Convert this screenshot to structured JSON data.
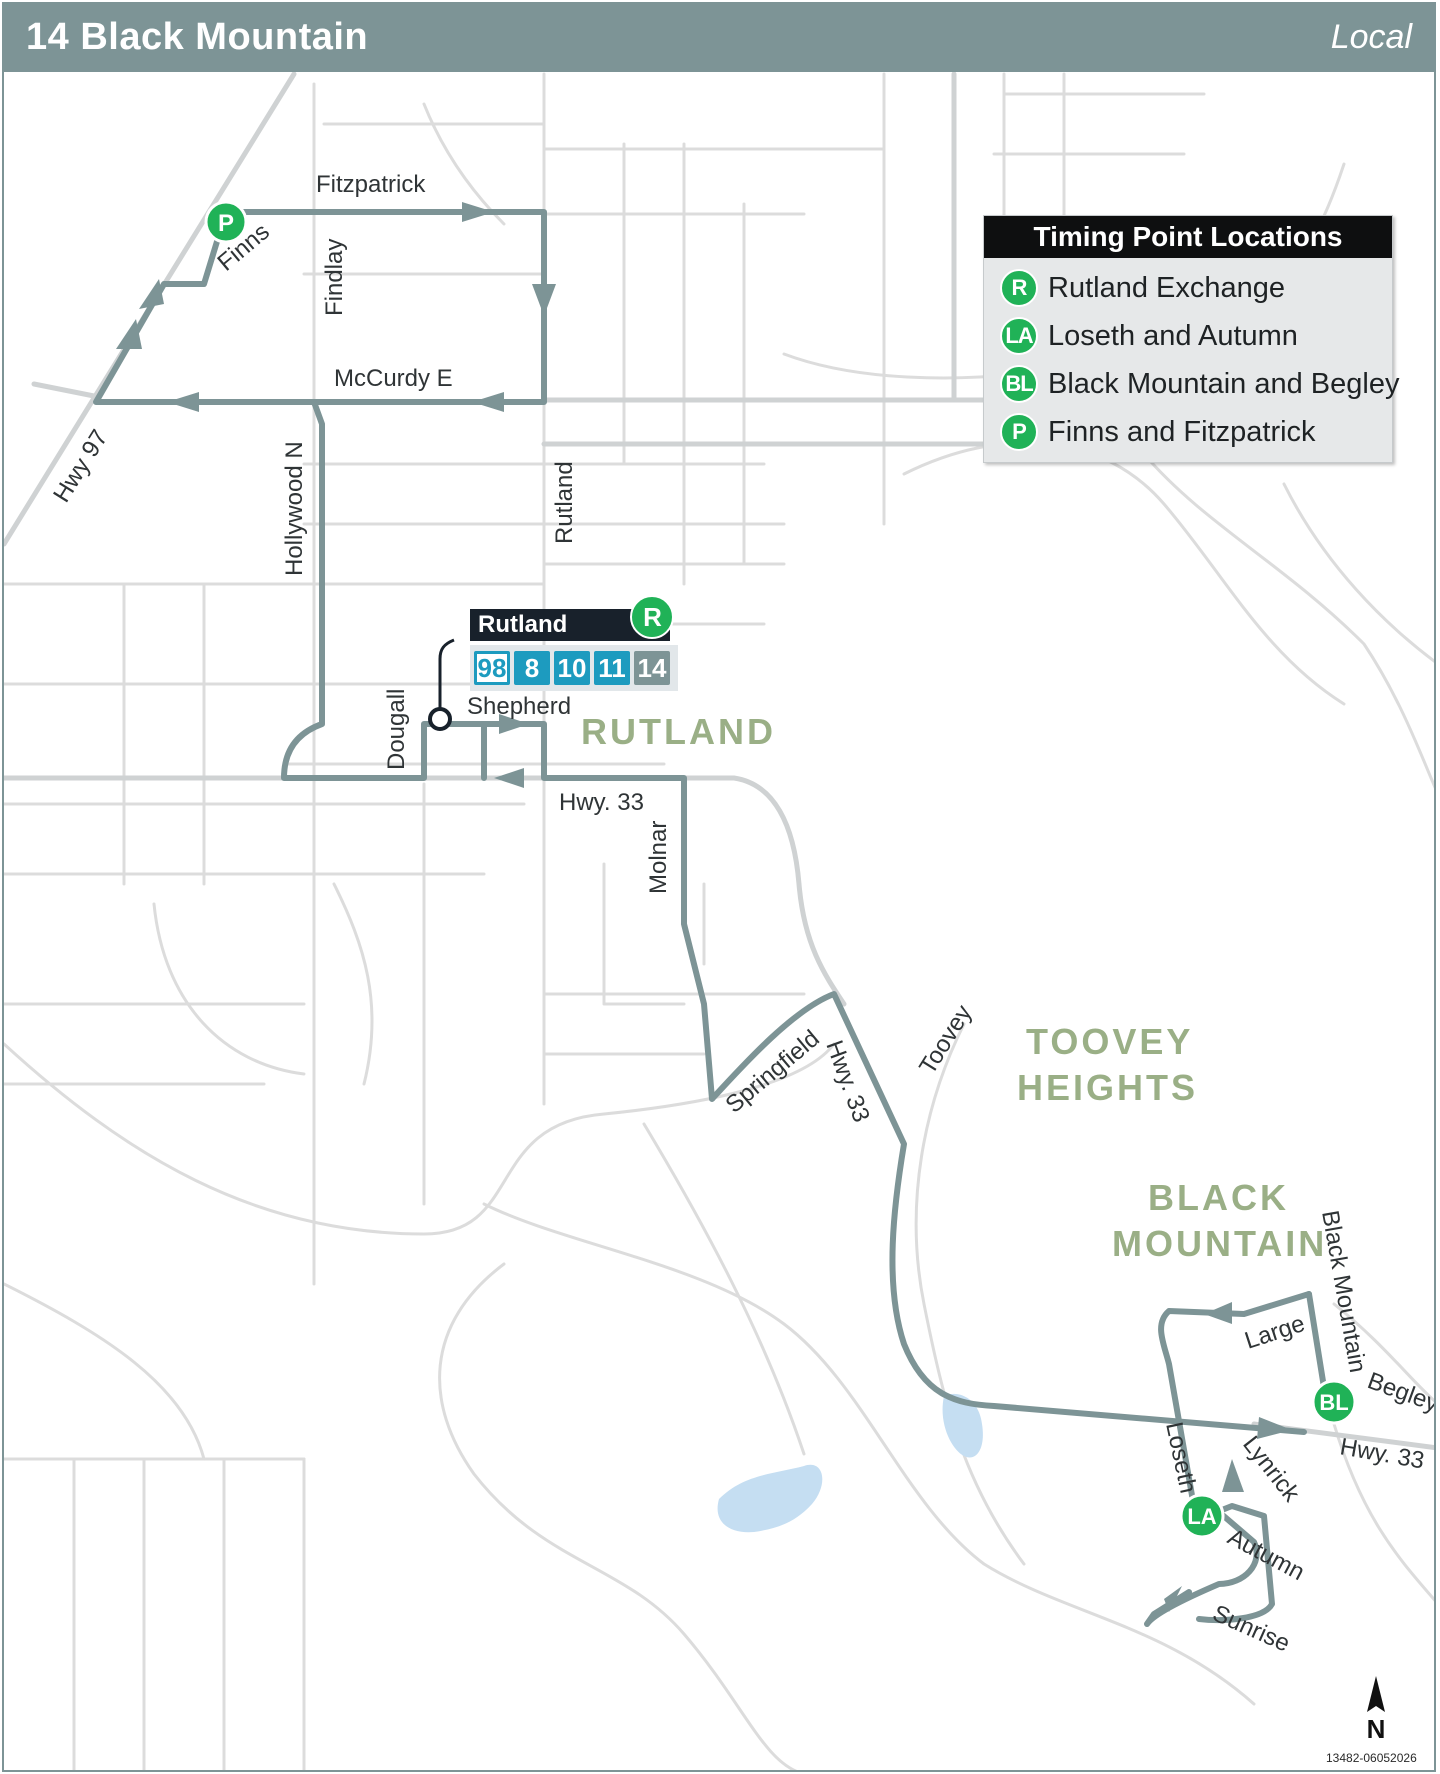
{
  "title": "14 Black Mountain",
  "service_type": "Local",
  "legend": {
    "heading": "Timing Point Locations",
    "items": [
      {
        "code": "R",
        "label": "Rutland Exchange"
      },
      {
        "code": "LA",
        "label": "Loseth and Autumn"
      },
      {
        "code": "BL",
        "label": "Black Mountain and Begley"
      },
      {
        "code": "P",
        "label": "Finns and Fitzpatrick"
      }
    ]
  },
  "exchange": {
    "name": "Rutland",
    "badge": "R",
    "routes": [
      "98",
      "8",
      "10",
      "11",
      "14"
    ]
  },
  "streets": {
    "fitzpatrick": "Fitzpatrick",
    "finns": "Finns",
    "findlay": "Findlay",
    "mccurdy": "McCurdy E",
    "hwy97": "Hwy 97",
    "hollywood": "Hollywood N",
    "rutland": "Rutland",
    "dougall": "Dougall",
    "shepherd": "Shepherd",
    "hwy33_a": "Hwy. 33",
    "molnar": "Molnar",
    "springfield": "Springfield",
    "hwy33_b": "Hwy. 33",
    "toovey": "Toovey",
    "black_mountain": "Black Mountain",
    "large": "Large",
    "begley": "Begley",
    "hwy33_c": "Hwy. 33",
    "loseth": "Loseth",
    "lynrick": "Lynrick",
    "autumn": "Autumn",
    "sunrise": "Sunrise"
  },
  "areas": {
    "rutland": "RUTLAND",
    "toovey_1": "TOOVEY",
    "toovey_2": "HEIGHTS",
    "bm_1": "BLACK",
    "bm_2": "MOUNTAIN"
  },
  "timing_points": {
    "p": "P",
    "bl": "BL",
    "la": "LA"
  },
  "north_label": "N",
  "map_code": "13482-06052026",
  "colors": {
    "route": "#7d9496",
    "timing_point": "#20b257",
    "exchange_routes": "#1d9bbf",
    "street": "#dcdcdc",
    "area_label": "#9aaf86"
  }
}
